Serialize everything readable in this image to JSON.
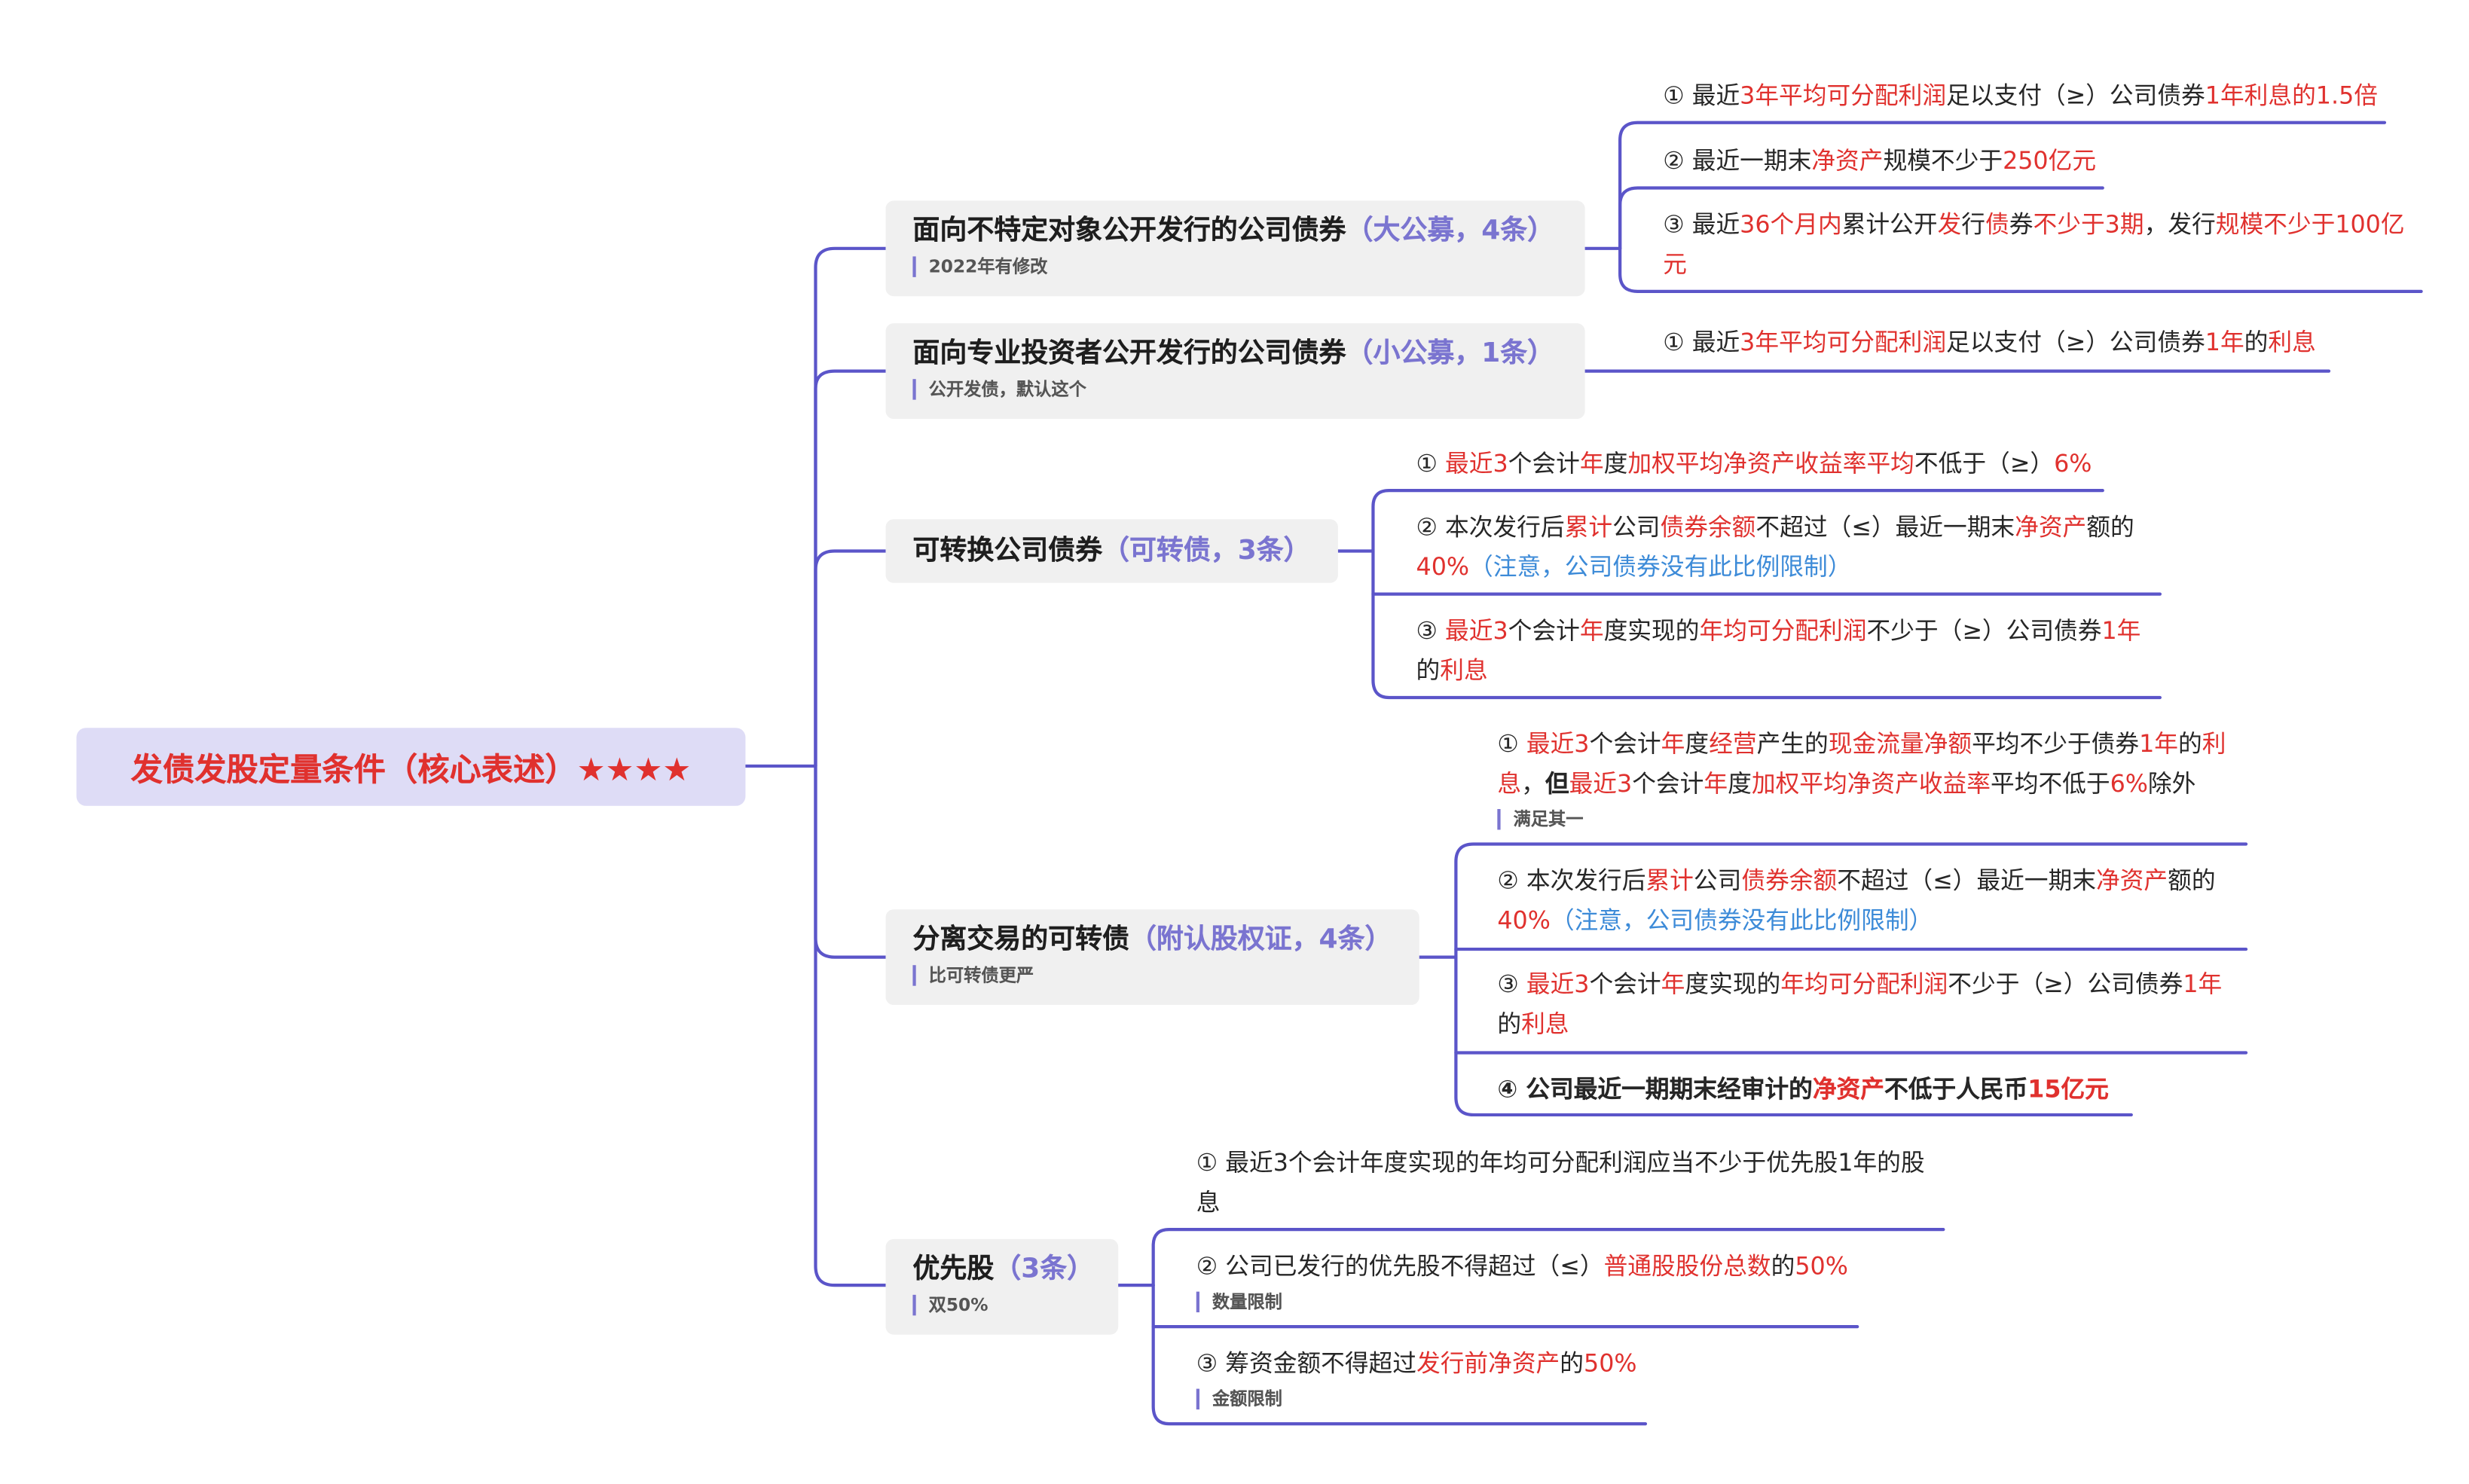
{
  "root": {
    "title": "发债发股定量条件（核心表述）★★★★"
  },
  "branches": [
    {
      "title": "面向不特定对象公开发行的公司债券",
      "tag": "（大公募，4条）",
      "note": "2022年有修改",
      "items": [
        {
          "runs": [
            [
              "① 最近",
              ""
            ],
            [
              "3年平均可分配利润",
              "r"
            ],
            [
              "足以支付（≥）公司债券",
              ""
            ],
            [
              "1年利息的1.5倍",
              "r"
            ]
          ]
        },
        {
          "runs": [
            [
              "② 最近一期末",
              ""
            ],
            [
              "净资产",
              "r"
            ],
            [
              "规模不少于",
              ""
            ],
            [
              "250亿元",
              "r"
            ]
          ]
        },
        {
          "runs": [
            [
              "③  最近",
              ""
            ],
            [
              "36个月内",
              "r"
            ],
            [
              "累计公开",
              ""
            ],
            [
              "发",
              "r"
            ],
            [
              "行",
              ""
            ],
            [
              "债",
              "r"
            ],
            [
              "券",
              ""
            ],
            [
              "不少于3期",
              "r"
            ],
            [
              "，发行",
              ""
            ],
            [
              "规模不少于100亿元",
              "r"
            ]
          ]
        }
      ]
    },
    {
      "title": "面向专业投资者公开发行的公司债券",
      "tag": "（小公募，1条）",
      "note": "公开发债，默认这个",
      "items": [
        {
          "runs": [
            [
              "① 最近",
              ""
            ],
            [
              "3年平均可分配利润",
              "r"
            ],
            [
              "足以支付（≥）公司债券",
              ""
            ],
            [
              "1年",
              "r"
            ],
            [
              "的",
              ""
            ],
            [
              "利息",
              "r"
            ]
          ]
        }
      ]
    },
    {
      "title": "可转换公司债券",
      "tag": "（可转债，3条）",
      "note": "",
      "items": [
        {
          "runs": [
            [
              "① ",
              ""
            ],
            [
              "最近3",
              "r"
            ],
            [
              "个会计",
              ""
            ],
            [
              "年",
              "r"
            ],
            [
              "度",
              ""
            ],
            [
              "加权平均净资产收益率平均",
              "r"
            ],
            [
              "不低于（≥）",
              ""
            ],
            [
              "6%",
              "r"
            ]
          ]
        },
        {
          "runs": [
            [
              "②  本次发行后",
              ""
            ],
            [
              "累计",
              "r"
            ],
            [
              "公司",
              ""
            ],
            [
              "债券余额",
              "r"
            ],
            [
              "不超过（≤）最近一期末",
              ""
            ],
            [
              "净资产",
              "r"
            ],
            [
              "额的",
              ""
            ],
            [
              "40%",
              "r"
            ],
            [
              "（注意，公司债券没有此比例限制）",
              "b"
            ]
          ]
        },
        {
          "runs": [
            [
              "③  ",
              ""
            ],
            [
              "最近3",
              "r"
            ],
            [
              "个会计",
              ""
            ],
            [
              "年",
              "r"
            ],
            [
              "度实现的",
              ""
            ],
            [
              "年均可分配利润",
              "r"
            ],
            [
              "不少于（≥）公司债券",
              ""
            ],
            [
              "1年",
              "r"
            ],
            [
              "的",
              ""
            ],
            [
              "利息",
              "r"
            ]
          ]
        }
      ]
    },
    {
      "title": "分离交易的可转债",
      "tag": "（附认股权证，4条）",
      "note": "比可转债更严",
      "items": [
        {
          "runs": [
            [
              "① ",
              ""
            ],
            [
              "最近3",
              "r"
            ],
            [
              "个会计",
              ""
            ],
            [
              "年",
              "r"
            ],
            [
              "度",
              ""
            ],
            [
              "经营",
              "r"
            ],
            [
              "产生的",
              ""
            ],
            [
              "现金流量净额",
              "r"
            ],
            [
              "平均不少于债券",
              ""
            ],
            [
              "1年",
              "r"
            ],
            [
              "的",
              ""
            ],
            [
              "利息",
              "r"
            ],
            [
              "，",
              ""
            ],
            [
              "但",
              "k"
            ],
            [
              "最近3",
              "r"
            ],
            [
              "个会计",
              ""
            ],
            [
              "年",
              "r"
            ],
            [
              "度",
              ""
            ],
            [
              "加权平均净资产收益率",
              "r"
            ],
            [
              "平均不低于",
              ""
            ],
            [
              "6%",
              "r"
            ],
            [
              "除外",
              ""
            ]
          ],
          "note": "满足其一"
        },
        {
          "runs": [
            [
              "② 本次发行后",
              ""
            ],
            [
              "累计",
              "r"
            ],
            [
              "公司",
              ""
            ],
            [
              "债券余额",
              "r"
            ],
            [
              "不超过（≤）最近一期末",
              ""
            ],
            [
              "净资产",
              "r"
            ],
            [
              "额的",
              ""
            ],
            [
              "40%",
              "r"
            ],
            [
              "（注意，公司债券没有此比例限制）",
              "b"
            ]
          ]
        },
        {
          "runs": [
            [
              "③  ",
              ""
            ],
            [
              "最近3",
              "r"
            ],
            [
              "个会计",
              ""
            ],
            [
              "年",
              "r"
            ],
            [
              "度实现的",
              ""
            ],
            [
              "年均可分配利润",
              "r"
            ],
            [
              "不少于（≥）公司债券",
              ""
            ],
            [
              "1年",
              "r"
            ],
            [
              "的",
              ""
            ],
            [
              "利息",
              "r"
            ]
          ]
        },
        {
          "runs": [
            [
              "④  公司最近一期期末经审计的",
              "k"
            ],
            [
              "净资产",
              "r k"
            ],
            [
              "不低于人民币",
              "k"
            ],
            [
              "15亿元",
              "r k"
            ]
          ]
        }
      ]
    },
    {
      "title": "优先股",
      "tag": "（3条）",
      "note": "双50%",
      "items": [
        {
          "runs": [
            [
              "① 最近3个会计年度实现的年均可分配利润应当不少于优先股1年的股息",
              ""
            ]
          ]
        },
        {
          "runs": [
            [
              "② 公司已发行的优先股不得超过（≤）",
              ""
            ],
            [
              "普通股股份总数",
              "r"
            ],
            [
              "的",
              ""
            ],
            [
              "50%",
              "r"
            ]
          ],
          "note": "数量限制"
        },
        {
          "runs": [
            [
              "③ 筹资金额不得超过",
              ""
            ],
            [
              "发行前净资产",
              "r"
            ],
            [
              "的",
              ""
            ],
            [
              "50%",
              "r"
            ]
          ],
          "note": "金额限制"
        }
      ]
    }
  ],
  "colors": {
    "line": "#5b55c9",
    "red": "#e0312e",
    "blue": "#3d8bd8",
    "tag": "#7a74d0"
  }
}
